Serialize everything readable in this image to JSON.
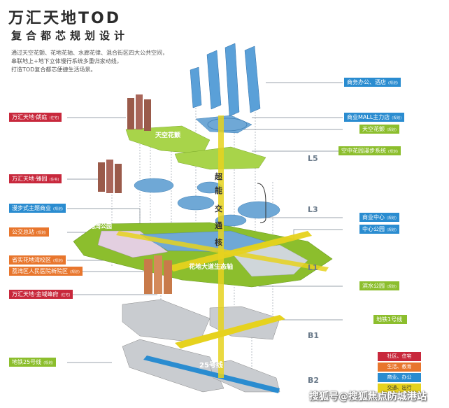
{
  "title": "万汇天地TOD",
  "subtitle": "复合都芯规划设计",
  "description": [
    "通过天空花颤、花地花轴、水廊花律、混合街区四大公共空间，",
    "串联地上+地下立体慢行系统多重归家动线，",
    "打造TOD复合都芯便捷生活场景。"
  ],
  "left_labels": [
    {
      "text": "万汇天地·朗庭",
      "note": "(住宅)",
      "color": "red"
    },
    {
      "text": "万汇天地·臻园",
      "note": "(住宅)",
      "color": "red"
    },
    {
      "text": "漫步式主题商业",
      "note": "(规划)",
      "color": "blue"
    },
    {
      "text": "公交总站",
      "note": "(规划)",
      "color": "orange"
    },
    {
      "text": "省实花地湾校区",
      "note": "(规划)",
      "color": "orange"
    },
    {
      "text": "荔湾区人民医院新院区",
      "note": "(规划)",
      "color": "orange"
    },
    {
      "text": "万汇天地·金域峰府",
      "note": "(住宅)",
      "color": "red"
    },
    {
      "text": "地铁25号线",
      "note": "(规划)",
      "color": "green"
    }
  ],
  "right_labels": [
    {
      "text": "商务办公、酒店",
      "note": "(规划)",
      "color": "blue"
    },
    {
      "text": "商业MALL主力店",
      "note": "(规划)",
      "color": "blue"
    },
    {
      "text": "天空花颤",
      "note": "(规划)",
      "color": "green"
    },
    {
      "text": "空中花园漫步系统",
      "note": "(规划)",
      "color": "green"
    },
    {
      "text": "商业中心",
      "note": "(规划)",
      "color": "blue"
    },
    {
      "text": "中心公园",
      "note": "(规划)",
      "color": "blue"
    },
    {
      "text": "滨水公园",
      "note": "(规划)",
      "color": "green"
    },
    {
      "text": "地铁1号线",
      "note": "",
      "color": "green"
    }
  ],
  "levels": [
    "L5",
    "L3",
    "L1",
    "B1",
    "B2"
  ],
  "vertical_label": [
    "超",
    "能",
    "交",
    "通",
    "核"
  ],
  "diagram_text": {
    "sky_bridge": "天空花颤",
    "garden": "花地湾公园",
    "axis": "花地大道生态轴",
    "metro25": "25号线"
  },
  "legend": [
    {
      "text": "社区、住宅",
      "color": "#c8283c"
    },
    {
      "text": "生活、教育",
      "color": "#e8762d"
    },
    {
      "text": "商业、办公",
      "color": "#2a8cd0"
    },
    {
      "text": "交通、出行",
      "color": "#e6d21e"
    }
  ],
  "watermark": "搜狐号@搜狐焦点防城港站"
}
